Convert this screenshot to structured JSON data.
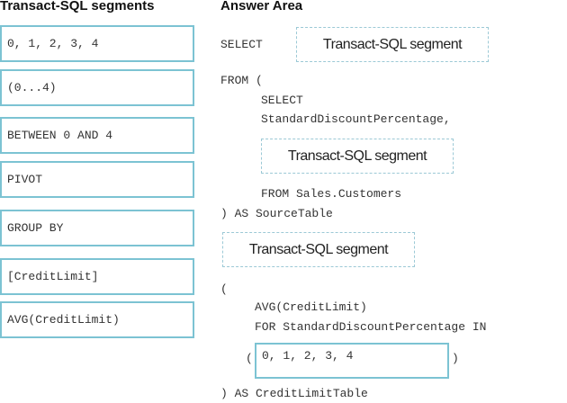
{
  "segments_title": "Transact-SQL segments",
  "answer_title": "Answer Area",
  "segments": [
    "0, 1, 2, 3, 4",
    "(0...4)",
    "BETWEEN 0 AND 4",
    "PIVOT",
    "GROUP BY",
    "[CreditLimit]",
    "AVG(CreditLimit)"
  ],
  "slot_placeholder": "Transact-SQL segment",
  "code": {
    "select": "SELECT",
    "from_open": "FROM (",
    "inner_select": "SELECT",
    "column": "StandardDiscountPercentage,",
    "from_sales": "FROM Sales.Customers",
    "source_table": ") AS SourceTable",
    "open_paren": "(",
    "avg": "AVG(CreditLimit)",
    "for_in": "FOR StandardDiscountPercentage IN",
    "lp": "(",
    "rp": ")",
    "credit_table": ") AS CreditLimitTable"
  },
  "filled_slot": "0, 1, 2, 3, 4"
}
